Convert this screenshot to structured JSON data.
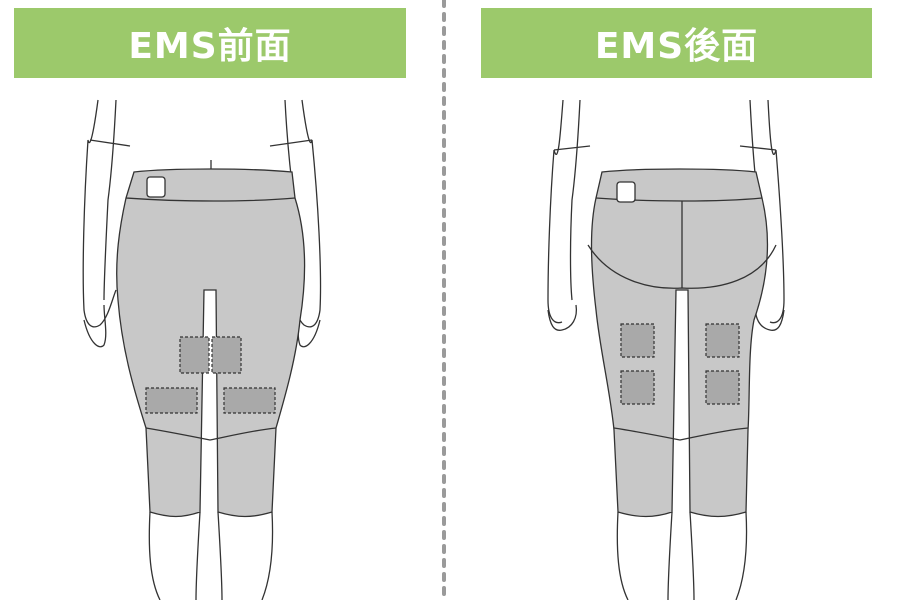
{
  "headers": {
    "front": "EMS前面",
    "back": "EMS後面"
  },
  "colors": {
    "header_bg": "#9cc96b",
    "garment_fill": "#c8c8c8",
    "pad_fill": "#a9a9a9",
    "outline": "#333333",
    "divider": "#9a9a9a"
  },
  "panels": {
    "front": {
      "pads": 4
    },
    "back": {
      "pads": 4
    }
  }
}
